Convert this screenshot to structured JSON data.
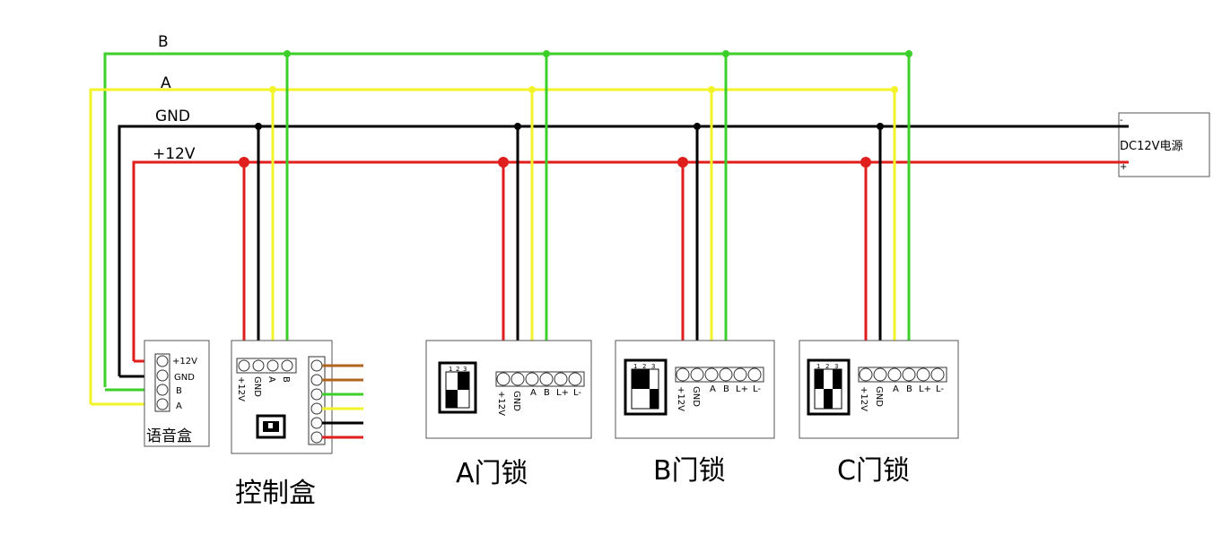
{
  "colors": {
    "b_wire": "#3ccf2a",
    "a_wire": "#f3f32a",
    "gnd_wire": "#000000",
    "v12_wire": "#e01e1e",
    "orange_wire": "#b0651e"
  },
  "bus_labels": {
    "b": "B",
    "a": "A",
    "gnd": "GND",
    "v12": "+12V"
  },
  "power_supply": {
    "label": "DC12V电源",
    "minus": "-",
    "plus": "+"
  },
  "voice_box": {
    "label": "语音盒",
    "pins": [
      "+12V",
      "GND",
      "B",
      "A"
    ]
  },
  "control_box": {
    "label": "控制盒",
    "pins": [
      "+12V",
      "GND",
      "A",
      "B"
    ]
  },
  "locks": [
    {
      "id": "a",
      "title": "A门锁",
      "pins": [
        "+12V",
        "GND",
        "A",
        "B",
        "L+",
        "L-"
      ],
      "dip_numbers": [
        "1",
        "2",
        "3"
      ]
    },
    {
      "id": "b",
      "title": "B门锁",
      "pins": [
        "+12V",
        "GND",
        "A",
        "B",
        "L+",
        "L-"
      ],
      "dip_numbers": [
        "1",
        "2",
        "3"
      ]
    },
    {
      "id": "c",
      "title": "C门锁",
      "pins": [
        "+12V",
        "GND",
        "A",
        "B",
        "L+",
        "L-"
      ],
      "dip_numbers": [
        "1",
        "2",
        "3"
      ]
    }
  ]
}
